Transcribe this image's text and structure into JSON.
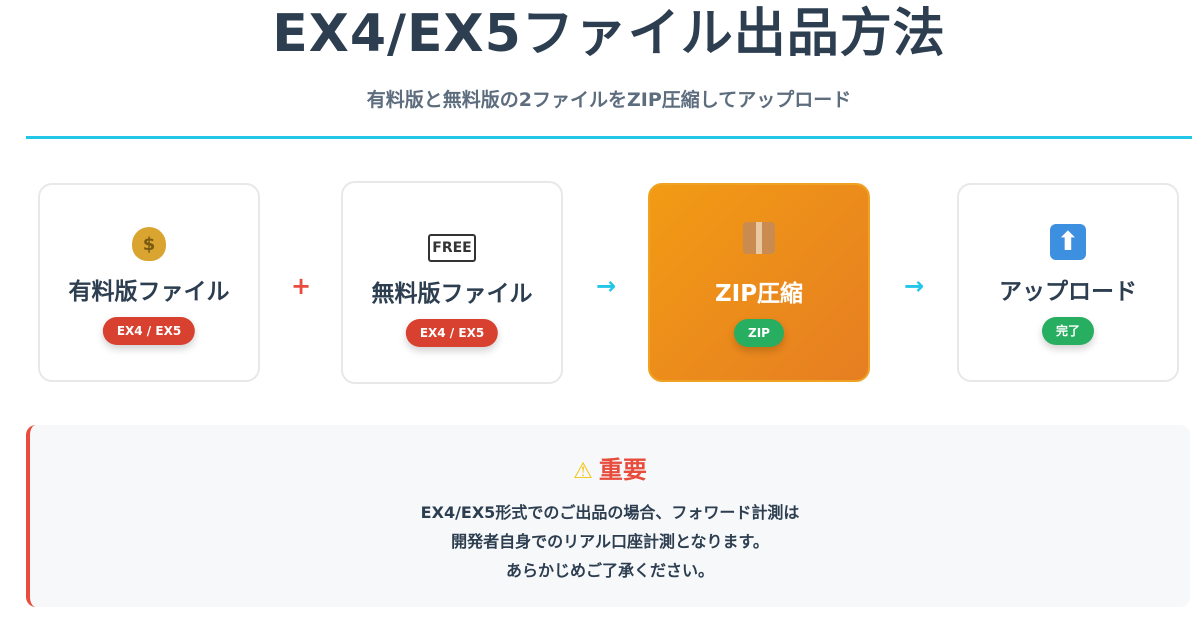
{
  "header": {
    "title": "EX4/EX5ファイル出品方法",
    "subtitle": "有料版と無料版の2ファイルをZIP圧縮してアップロード"
  },
  "steps": [
    {
      "icon": "money-bag-icon",
      "icon_glyph": "$",
      "label": "有料版ファイル",
      "badge": "EX4 / EX5"
    },
    {
      "icon": "free-button-icon",
      "icon_glyph": "FREE",
      "label": "無料版ファイル",
      "badge": "EX4 / EX5"
    },
    {
      "icon": "package-icon",
      "label": "ZIP圧縮",
      "badge": "ZIP"
    },
    {
      "icon": "up-arrow-icon",
      "icon_glyph": "⬆",
      "label": "アップロード",
      "badge": "完了"
    }
  ],
  "connectors": {
    "plus": "+",
    "arrow": "→"
  },
  "notice": {
    "icon_glyph": "⚠",
    "title": "重要",
    "lines": [
      "EX4/EX5形式でのご出品の場合、フォワード計測は",
      "開発者自身でのリアル口座計測となります。",
      "あらかじめご了承ください。"
    ]
  },
  "colors": {
    "accent": "#22c7e8",
    "danger": "#e74c3c",
    "zip_card": "#f29b14",
    "success": "#27ae60",
    "text": "#2c3e50"
  }
}
